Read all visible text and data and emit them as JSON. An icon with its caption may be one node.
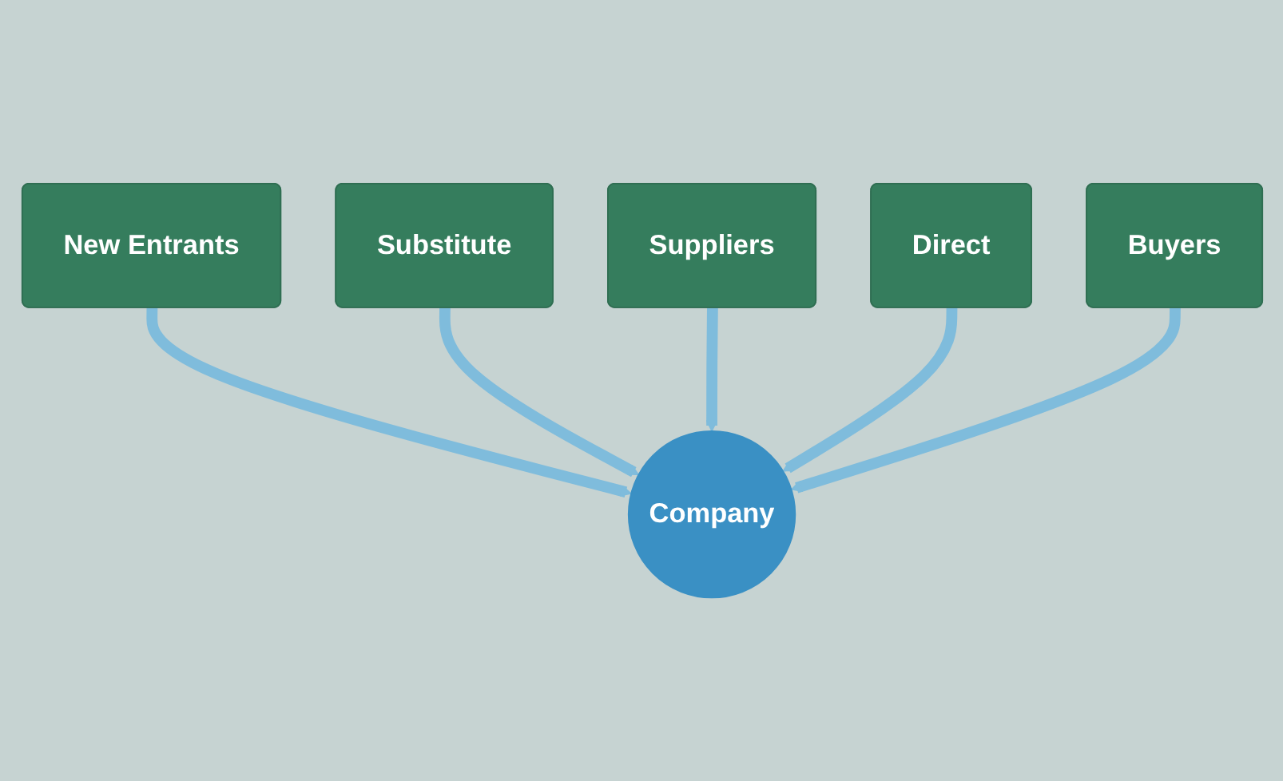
{
  "diagram": {
    "nodes": [
      {
        "text": [
          "New Entrants"
        ]
      },
      {
        "text": [
          "Substitute"
        ]
      },
      {
        "text": [
          "Suppliers"
        ]
      },
      {
        "text": [
          "Direct"
        ]
      },
      {
        "text": [
          "Company"
        ]
      },
      {
        "text": [
          "Buyers"
        ]
      }
    ],
    "edges": [
      {
        "from": 0,
        "to": 4,
        "arrow": "to"
      },
      {
        "from": 1,
        "to": 4,
        "arrow": "to"
      },
      {
        "from": 2,
        "to": 4,
        "arrow": "to"
      },
      {
        "from": 3,
        "to": 4,
        "arrow": "to"
      },
      {
        "from": 5,
        "to": 4,
        "arrow": "to"
      }
    ]
  }
}
